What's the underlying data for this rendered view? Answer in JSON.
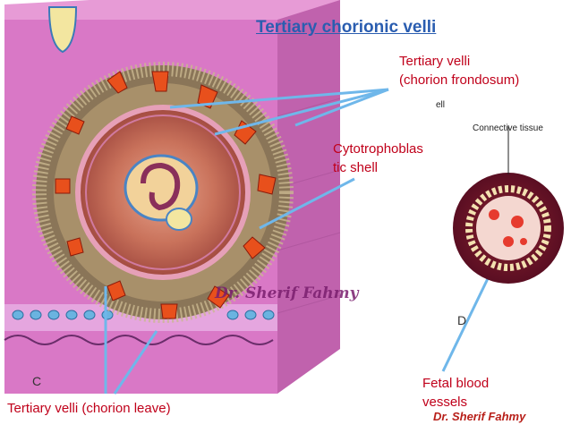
{
  "title": "Tertiary chorionic velli",
  "labels": {
    "frondosum": "Tertiary velli\n(chorion frondosum)",
    "cytotrophoblast": "Cytotrophoblas\ntic shell",
    "fetal_vessels": "Fetal blood\nvessels",
    "laeve": "Tertiary velli (chorion leave)"
  },
  "inset": {
    "connective_tissue": "Connective tissue",
    "fragment": "ell"
  },
  "letters": {
    "c": "C",
    "d": "D"
  },
  "watermark": "Dr. Sherif Fahmy",
  "credit": "Dr. Sherif Fahmy",
  "colors": {
    "block": "#d978c6",
    "title": "#2a5db0",
    "label": "#c0001a",
    "vessel": "#e63b2e"
  }
}
